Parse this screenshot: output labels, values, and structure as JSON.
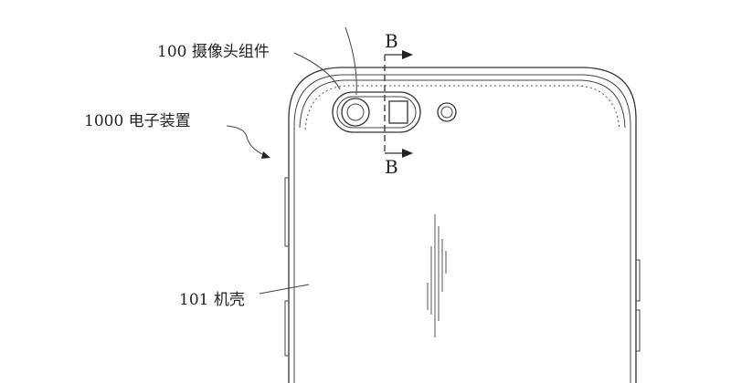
{
  "labels": {
    "camera_assembly": "100 摄像头组件",
    "electronic_device": "1000  电子装置",
    "housing": "101 机壳"
  },
  "section": {
    "top_letter": "B",
    "bottom_letter": "B"
  }
}
